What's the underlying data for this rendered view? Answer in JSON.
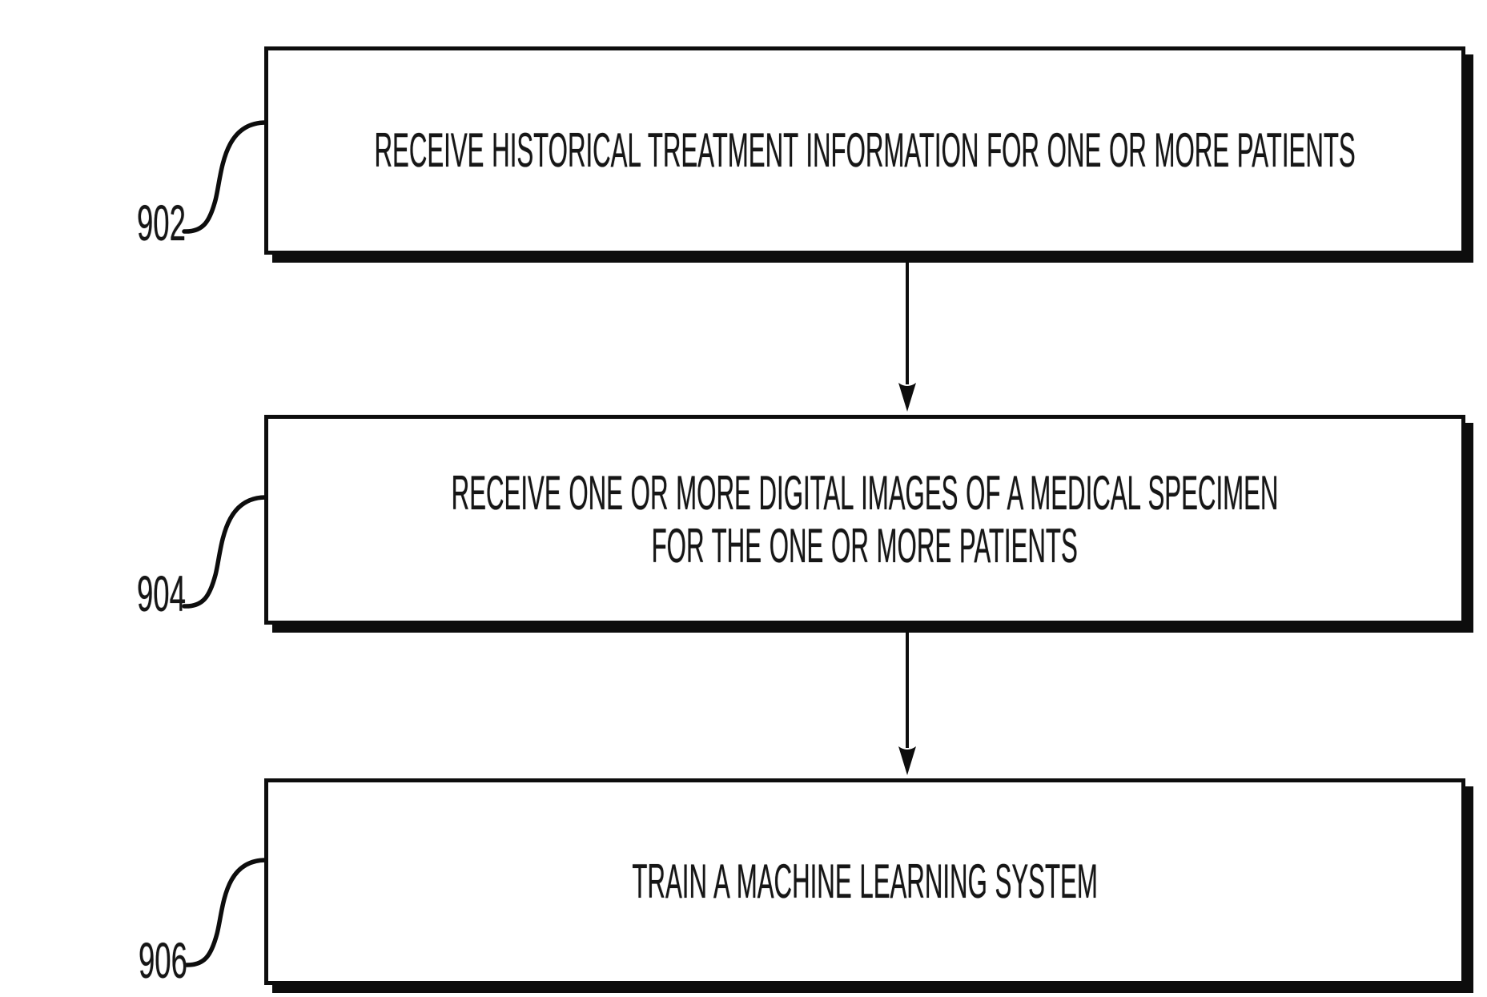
{
  "figure": {
    "type": "flowchart",
    "boxes": [
      {
        "id": "902",
        "ref_label": "902",
        "lines": [
          "RECEIVE HISTORICAL TREATMENT INFORMATION FOR ONE OR MORE PATIENTS"
        ]
      },
      {
        "id": "904",
        "ref_label": "904",
        "lines": [
          "RECEIVE ONE OR MORE DIGITAL IMAGES OF A MEDICAL SPECIMEN",
          "FOR THE ONE OR MORE PATIENTS"
        ]
      },
      {
        "id": "906",
        "ref_label": "906",
        "lines": [
          "TRAIN A MACHINE LEARNING SYSTEM"
        ]
      }
    ],
    "connections": [
      {
        "from": "902",
        "to": "904",
        "style": "arrow-down"
      },
      {
        "from": "904",
        "to": "906",
        "style": "arrow-down"
      }
    ],
    "colors": {
      "ink": "#0d0d0d",
      "background": "#ffffff"
    }
  }
}
